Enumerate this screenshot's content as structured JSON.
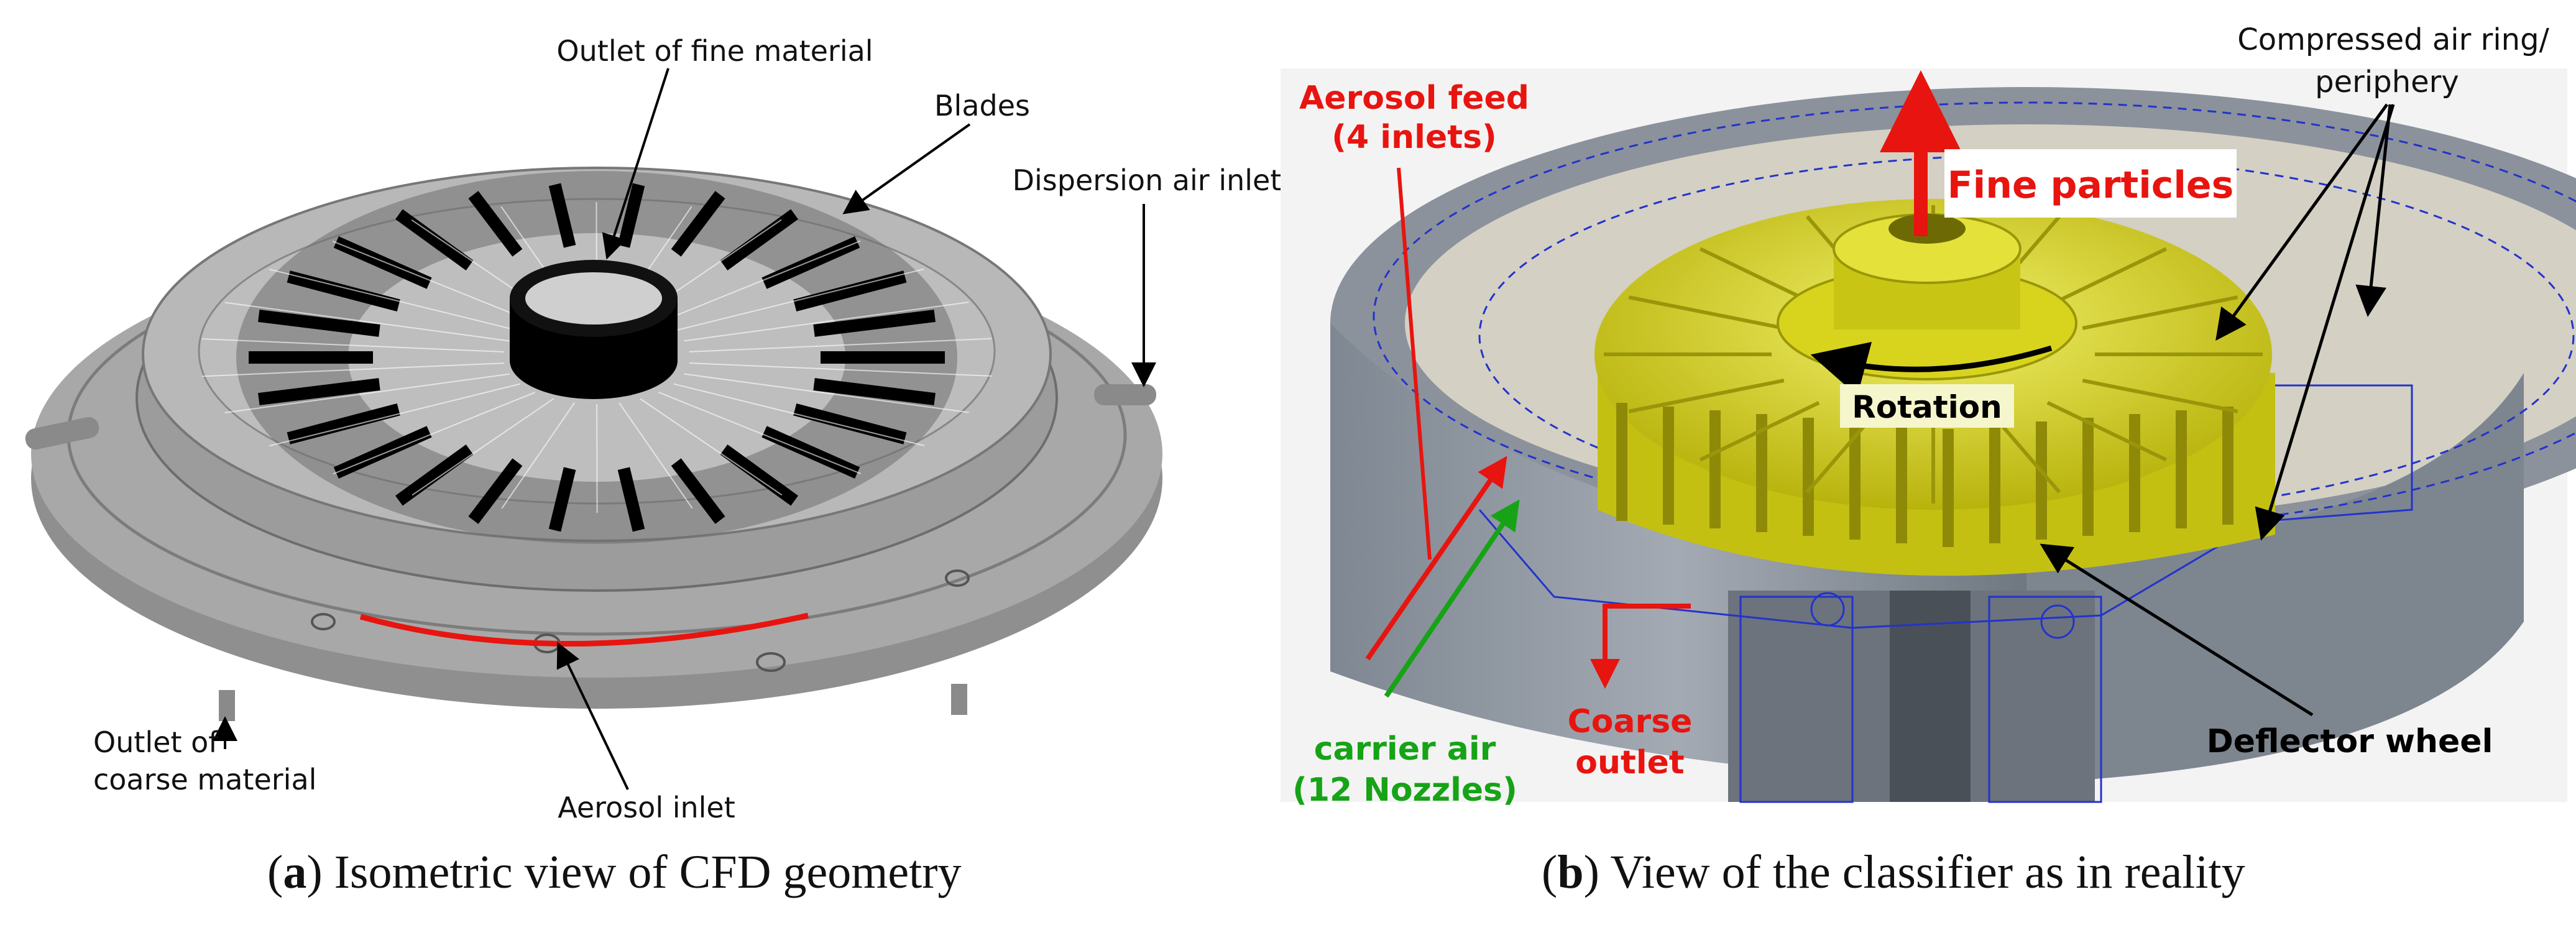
{
  "panel_a": {
    "caption_letter": "a",
    "caption_text": "Isometric view of CFD geometry",
    "labels": {
      "outlet_fine": "Outlet of fine material",
      "blades": "Blades",
      "dispersion_air": "Dispersion air inlet",
      "outlet_coarse_1": "Outlet of",
      "outlet_coarse_2": "coarse material",
      "aerosol_inlet": "Aerosol inlet"
    }
  },
  "panel_b": {
    "caption_letter": "b",
    "caption_text": "View of the classifier as in reality",
    "labels": {
      "aerosol_feed_1": "Aerosol feed",
      "aerosol_feed_2": "(4 inlets)",
      "fine_particles": "Fine particles",
      "compressed_1": "Compressed air ring/",
      "compressed_2": "periphery",
      "rotation": "Rotation",
      "carrier_1": "carrier air",
      "carrier_2": "(12 Nozzles)",
      "coarse_1": "Coarse",
      "coarse_2": "outlet",
      "deflector": "Deflector wheel"
    }
  },
  "colors": {
    "red": "#e8140f",
    "green": "#16a316",
    "yellow": "#d9d71a",
    "grey_body": "#a9a9a9",
    "blue_wire": "#2233cc"
  }
}
